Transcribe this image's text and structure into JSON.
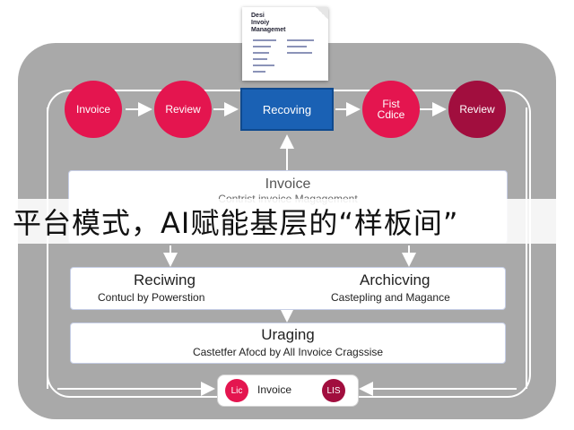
{
  "document": {
    "title_lines": [
      "Desi",
      "Invoiy",
      "Managemet"
    ]
  },
  "flow": {
    "step1": "Invoice",
    "step2": "Review",
    "step3": "Recoving",
    "step4_line1": "Fist",
    "step4_line2": "Cdice",
    "step5": "Review"
  },
  "panel_top": {
    "title": "Invoice",
    "subtitle": "Contrist invoice Magagement"
  },
  "banner": {
    "text": "平台模式，AI赋能基层的“样板间”"
  },
  "panel_mid": {
    "left_title": "Reciwing",
    "left_sub": "Contucl by Powerstion",
    "right_title": "Archicving",
    "right_sub": "Castepling and Magance"
  },
  "panel_bottom": {
    "title": "Uraging",
    "subtitle": "Castetfer Afocd by All Invoice Cragssise"
  },
  "bottom_pill": {
    "left_badge": "Lic",
    "label": "Invoice",
    "right_badge": "LIS"
  },
  "colors": {
    "frame": "#a9a9a9",
    "red": "#e4154f",
    "maroon": "#a10e3e",
    "blue": "#1a61b4"
  }
}
